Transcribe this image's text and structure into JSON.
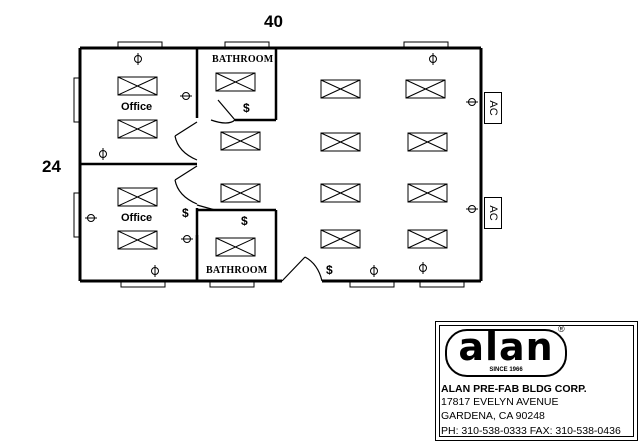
{
  "dimensions": {
    "width": "40",
    "depth": "24"
  },
  "rooms": {
    "office_top": "Office",
    "office_bottom": "Office",
    "bathroom_top": "BATHROOM",
    "bathroom_bottom": "BATHROOM"
  },
  "equipment": {
    "ac_upper": "AC",
    "ac_lower": "AC"
  },
  "symbols": {
    "switch": "$",
    "outlet": "duplex-outlet-symbol",
    "light": "light-fixture-symbol",
    "window": "window-symbol",
    "door": "door-swing-symbol"
  },
  "company": {
    "logo_text": "alan",
    "logo_since": "SINCE 1966",
    "logo_registered": "®",
    "name": "ALAN PRE-FAB BLDG CORP.",
    "address_line1": "17817 EVELYN AVENUE",
    "address_line2": "GARDENA, CA 90248",
    "phone_fax": "PH: 310-538-0333  FAX: 310-538-0436"
  },
  "colors": {
    "ink": "#000000",
    "paper": "#ffffff"
  }
}
